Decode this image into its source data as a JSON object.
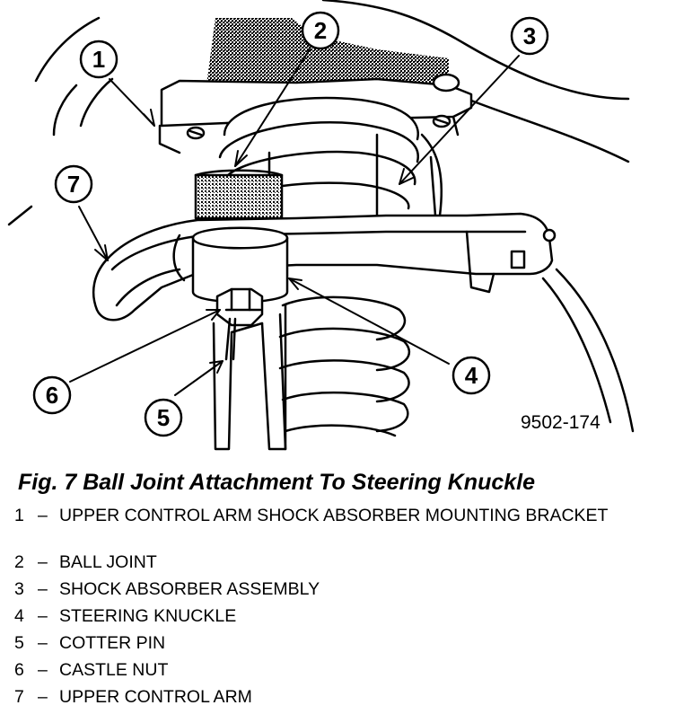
{
  "figure": {
    "image_code": "9502-174",
    "callouts": [
      "1",
      "2",
      "3",
      "4",
      "5",
      "6",
      "7"
    ]
  },
  "caption": "Fig. 7 Ball Joint Attachment To Steering Knuckle",
  "legend": {
    "separator": "–",
    "items": [
      {
        "number": "1",
        "text": "UPPER CONTROL ARM SHOCK ABSORBER MOUNTING BRACKET"
      },
      {
        "number": "2",
        "text": "BALL JOINT"
      },
      {
        "number": "3",
        "text": "SHOCK ABSORBER ASSEMBLY"
      },
      {
        "number": "4",
        "text": "STEERING KNUCKLE"
      },
      {
        "number": "5",
        "text": "COTTER PIN"
      },
      {
        "number": "6",
        "text": "CASTLE NUT"
      },
      {
        "number": "7",
        "text": "UPPER CONTROL ARM"
      }
    ]
  }
}
